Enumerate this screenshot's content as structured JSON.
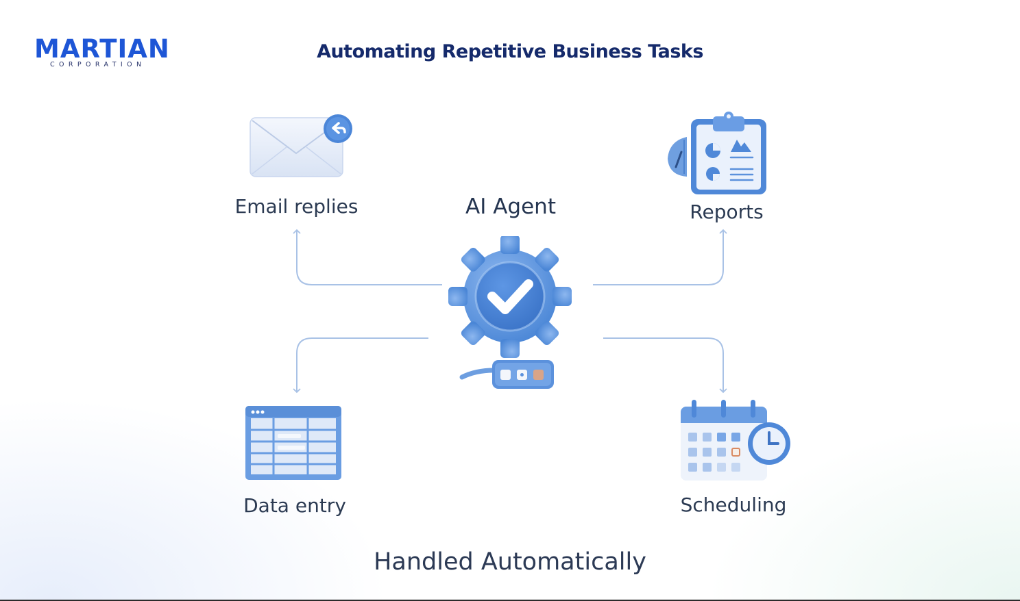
{
  "brand": {
    "name": "MARTIAN",
    "tagline": "CORPORATION",
    "color": "#1e56d6"
  },
  "title": "Automating Repetitive Business Tasks",
  "center": {
    "label": "AI Agent",
    "icon": "gear-check-icon"
  },
  "nodes": {
    "email": {
      "label": "Email replies",
      "icon": "envelope-reply-icon"
    },
    "reports": {
      "label": "Reports",
      "icon": "clipboard-report-icon"
    },
    "data": {
      "label": "Data entry",
      "icon": "spreadsheet-icon"
    },
    "scheduling": {
      "label": "Scheduling",
      "icon": "calendar-clock-icon"
    }
  },
  "footer": "Handled Automatically",
  "colors": {
    "title": "#152a6b",
    "accent": "#3d7fd9",
    "connector": "#a9c2e6"
  }
}
